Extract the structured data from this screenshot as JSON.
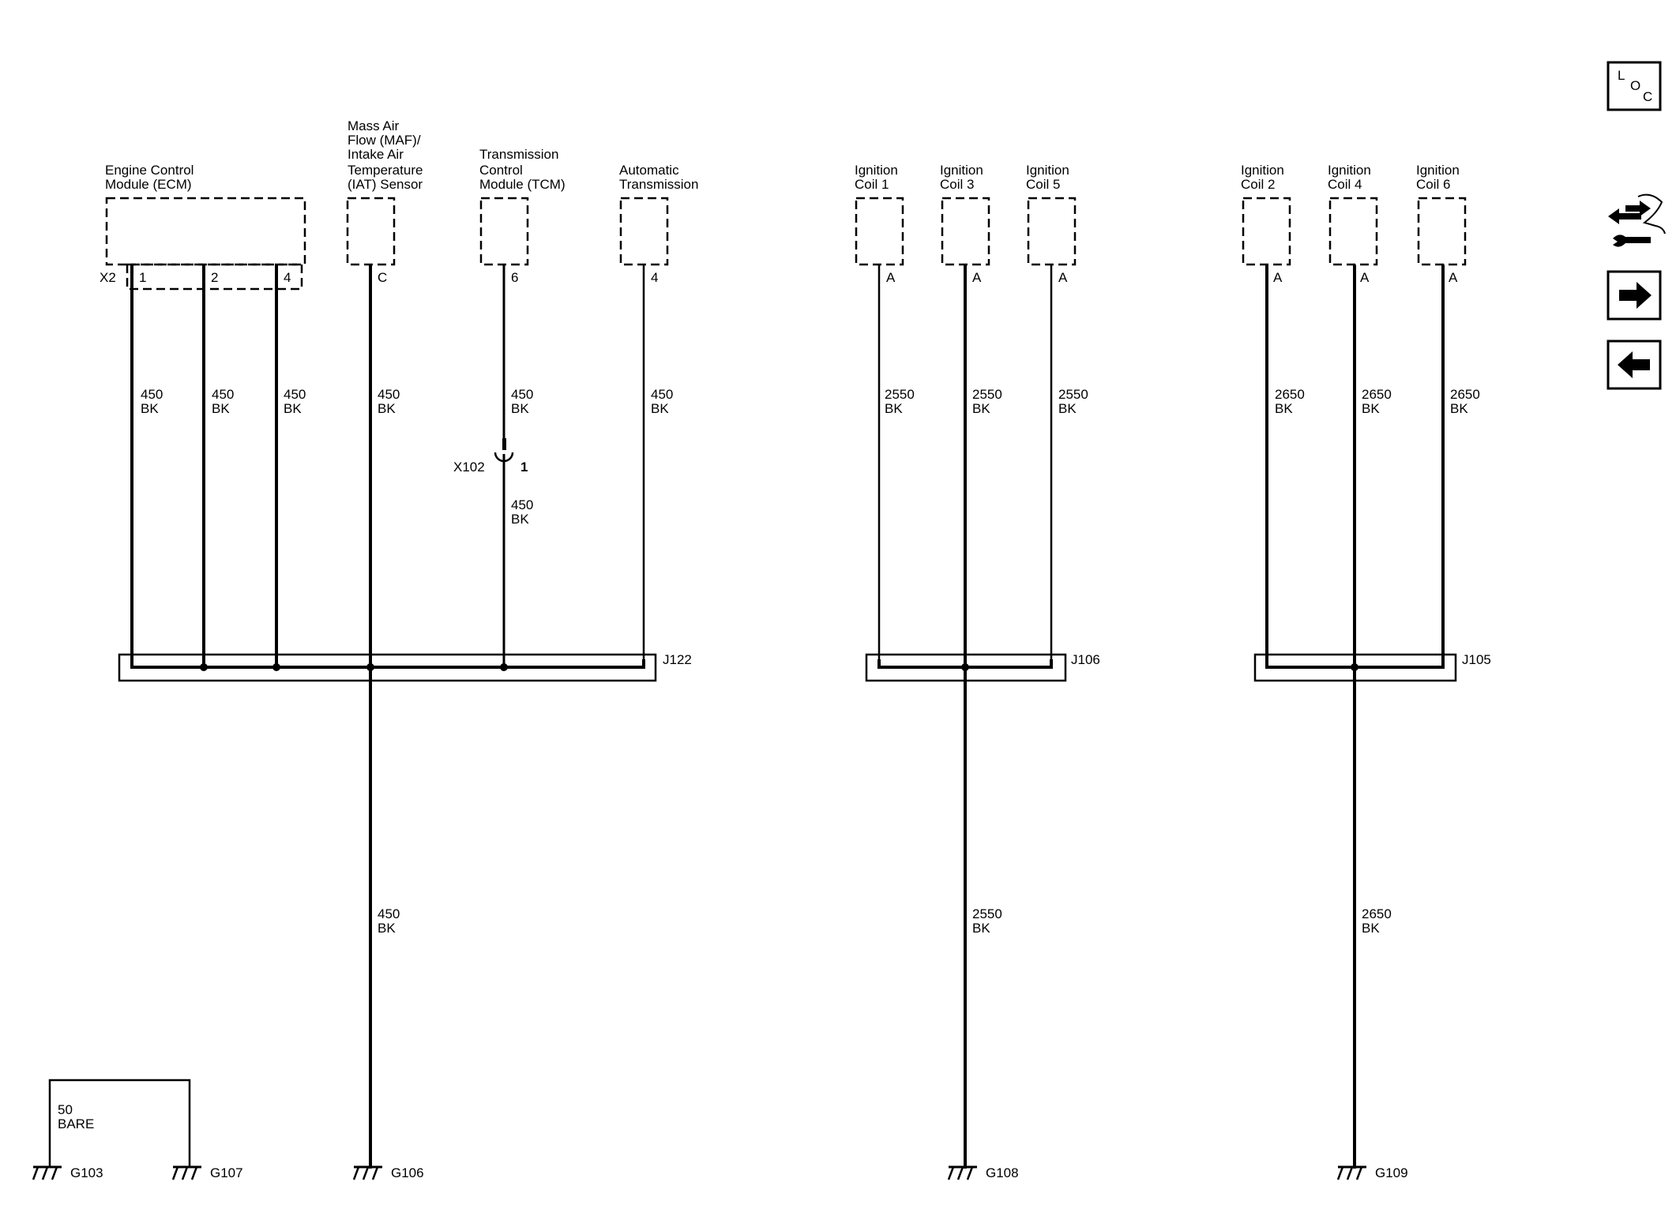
{
  "components": {
    "ecm": [
      "Engine Control",
      "Module (ECM)"
    ],
    "maf": [
      "Mass Air",
      "Flow (MAF)/",
      "Intake Air",
      "Temperature",
      "(IAT) Sensor"
    ],
    "tcm": [
      "Transmission",
      "Control",
      "Module (TCM)"
    ],
    "at": [
      "Automatic",
      "Transmission"
    ],
    "coil1": [
      "Ignition",
      "Coil 1"
    ],
    "coil3": [
      "Ignition",
      "Coil 3"
    ],
    "coil5": [
      "Ignition",
      "Coil 5"
    ],
    "coil2": [
      "Ignition",
      "Coil 2"
    ],
    "coil4": [
      "Ignition",
      "Coil 4"
    ],
    "coil6": [
      "Ignition",
      "Coil 6"
    ]
  },
  "connectors": {
    "ecm_connector": "X2",
    "ecm_pins": [
      "1",
      "2",
      "4"
    ],
    "maf_pin": "C",
    "tcm_pin": "6",
    "at_pin": "4",
    "coil_pin": "A",
    "inline": "X102",
    "inline_pin": "1"
  },
  "wires": {
    "w450": [
      "450",
      "BK"
    ],
    "w2550": [
      "2550",
      "BK"
    ],
    "w2650": [
      "2650",
      "BK"
    ],
    "bare": [
      "50",
      "BARE"
    ]
  },
  "splices": {
    "j122": "J122",
    "j106": "J106",
    "j105": "J105"
  },
  "grounds": {
    "g103": "G103",
    "g107": "G107",
    "g106": "G106",
    "g108": "G108",
    "g109": "G109"
  },
  "sidebar": {
    "loc_l": "L",
    "loc_o": "O",
    "loc_c": "C"
  }
}
